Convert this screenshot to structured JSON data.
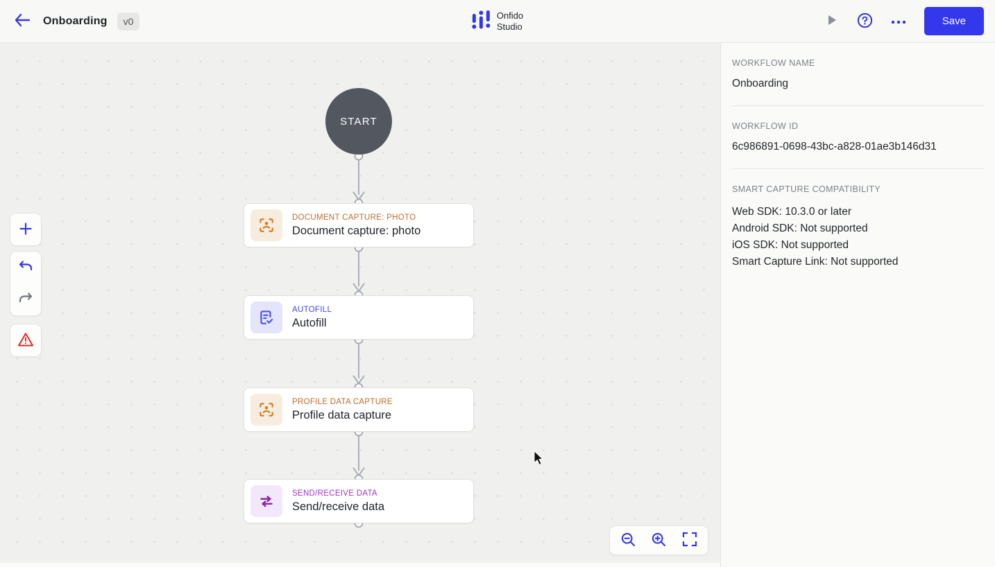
{
  "topbar": {
    "title": "Onboarding",
    "version_badge": "v0",
    "logo_line1": "Onfido",
    "logo_line2": "Studio",
    "save_label": "Save"
  },
  "canvas": {
    "start_label": "START",
    "nodes": [
      {
        "type": "document-capture",
        "category": "DOCUMENT CAPTURE: PHOTO",
        "title": "Document capture: photo"
      },
      {
        "type": "autofill",
        "category": "AUTOFILL",
        "title": "Autofill"
      },
      {
        "type": "profile-data-capture",
        "category": "PROFILE DATA CAPTURE",
        "title": "Profile data capture"
      },
      {
        "type": "send-receive-data",
        "category": "SEND/RECEIVE DATA",
        "title": "Send/receive data"
      }
    ]
  },
  "panel": {
    "workflow_name_label": "WORKFLOW NAME",
    "workflow_name": "Onboarding",
    "workflow_id_label": "WORKFLOW ID",
    "workflow_id": "6c986891-0698-43bc-a828-01ae3b146d31",
    "compatibility_label": "SMART CAPTURE COMPATIBILITY",
    "compatibility": [
      "Web SDK: 10.3.0 or later",
      "Android SDK: Not supported",
      "iOS SDK: Not supported",
      "Smart Capture Link: Not supported"
    ]
  },
  "icons": {
    "back-arrow-icon": "left arrow",
    "play-icon": "play triangle",
    "help-icon": "circled question mark",
    "overflow-menu-icon": "three dots",
    "add-node-icon": "plus",
    "undo-icon": "curved arrow left",
    "redo-icon": "curved arrow right",
    "validation-warning-icon": "warning triangle",
    "document-capture-icon": "person in capture frame",
    "autofill-icon": "document with checkmark",
    "profile-data-capture-icon": "person in capture frame",
    "send-receive-icon": "left-right arrows",
    "zoom-out-icon": "magnifier minus",
    "zoom-in-icon": "magnifier plus",
    "fit-view-icon": "corner brackets"
  },
  "colors": {
    "accent_blue": "#3438EC",
    "start_node": "#53575F",
    "category_orange": "#BE6A28",
    "category_blue": "#3F45E6",
    "category_purple": "#A233C9",
    "warning_red": "#D92D20",
    "canvas_bg": "#F0F0EE",
    "panel_bg": "#FAFAF9",
    "topbar_bg": "#F8F8F6"
  }
}
